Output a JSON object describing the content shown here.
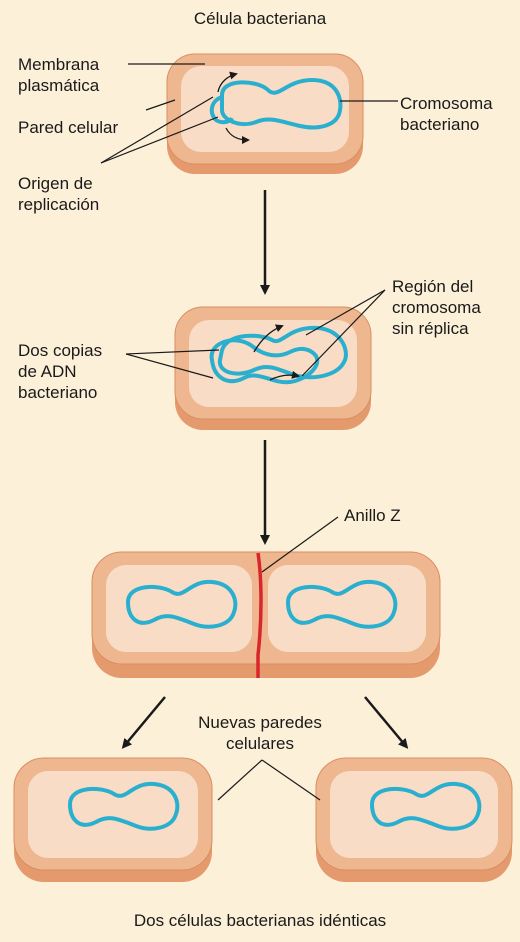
{
  "title": "Célula bacteriana",
  "labels": {
    "membrana_l1": "Membrana",
    "membrana_l2": "plasmática",
    "pared": "Pared celular",
    "origen_l1": "Origen de",
    "origen_l2": "replicación",
    "cromosoma_l1": "Cromosoma",
    "cromosoma_l2": "bacteriano",
    "region_l1": "Región del",
    "region_l2": "cromosoma",
    "region_l3": "sin réplica",
    "copias_l1": "Dos copias",
    "copias_l2": "de ADN",
    "copias_l3": "bacteriano",
    "anillo": "Anillo Z",
    "nuevas_l1": "Nuevas paredes",
    "nuevas_l2": "celulares"
  },
  "caption": "Dos células bacterianas idénticas",
  "colors": {
    "background": "#fcf0d9",
    "cell_wall": "#efb78f",
    "cell_side": "#e49a6c",
    "cytoplasm": "#f8dcc6",
    "dna": "#2bafcf",
    "z_ring": "#d9262b"
  }
}
